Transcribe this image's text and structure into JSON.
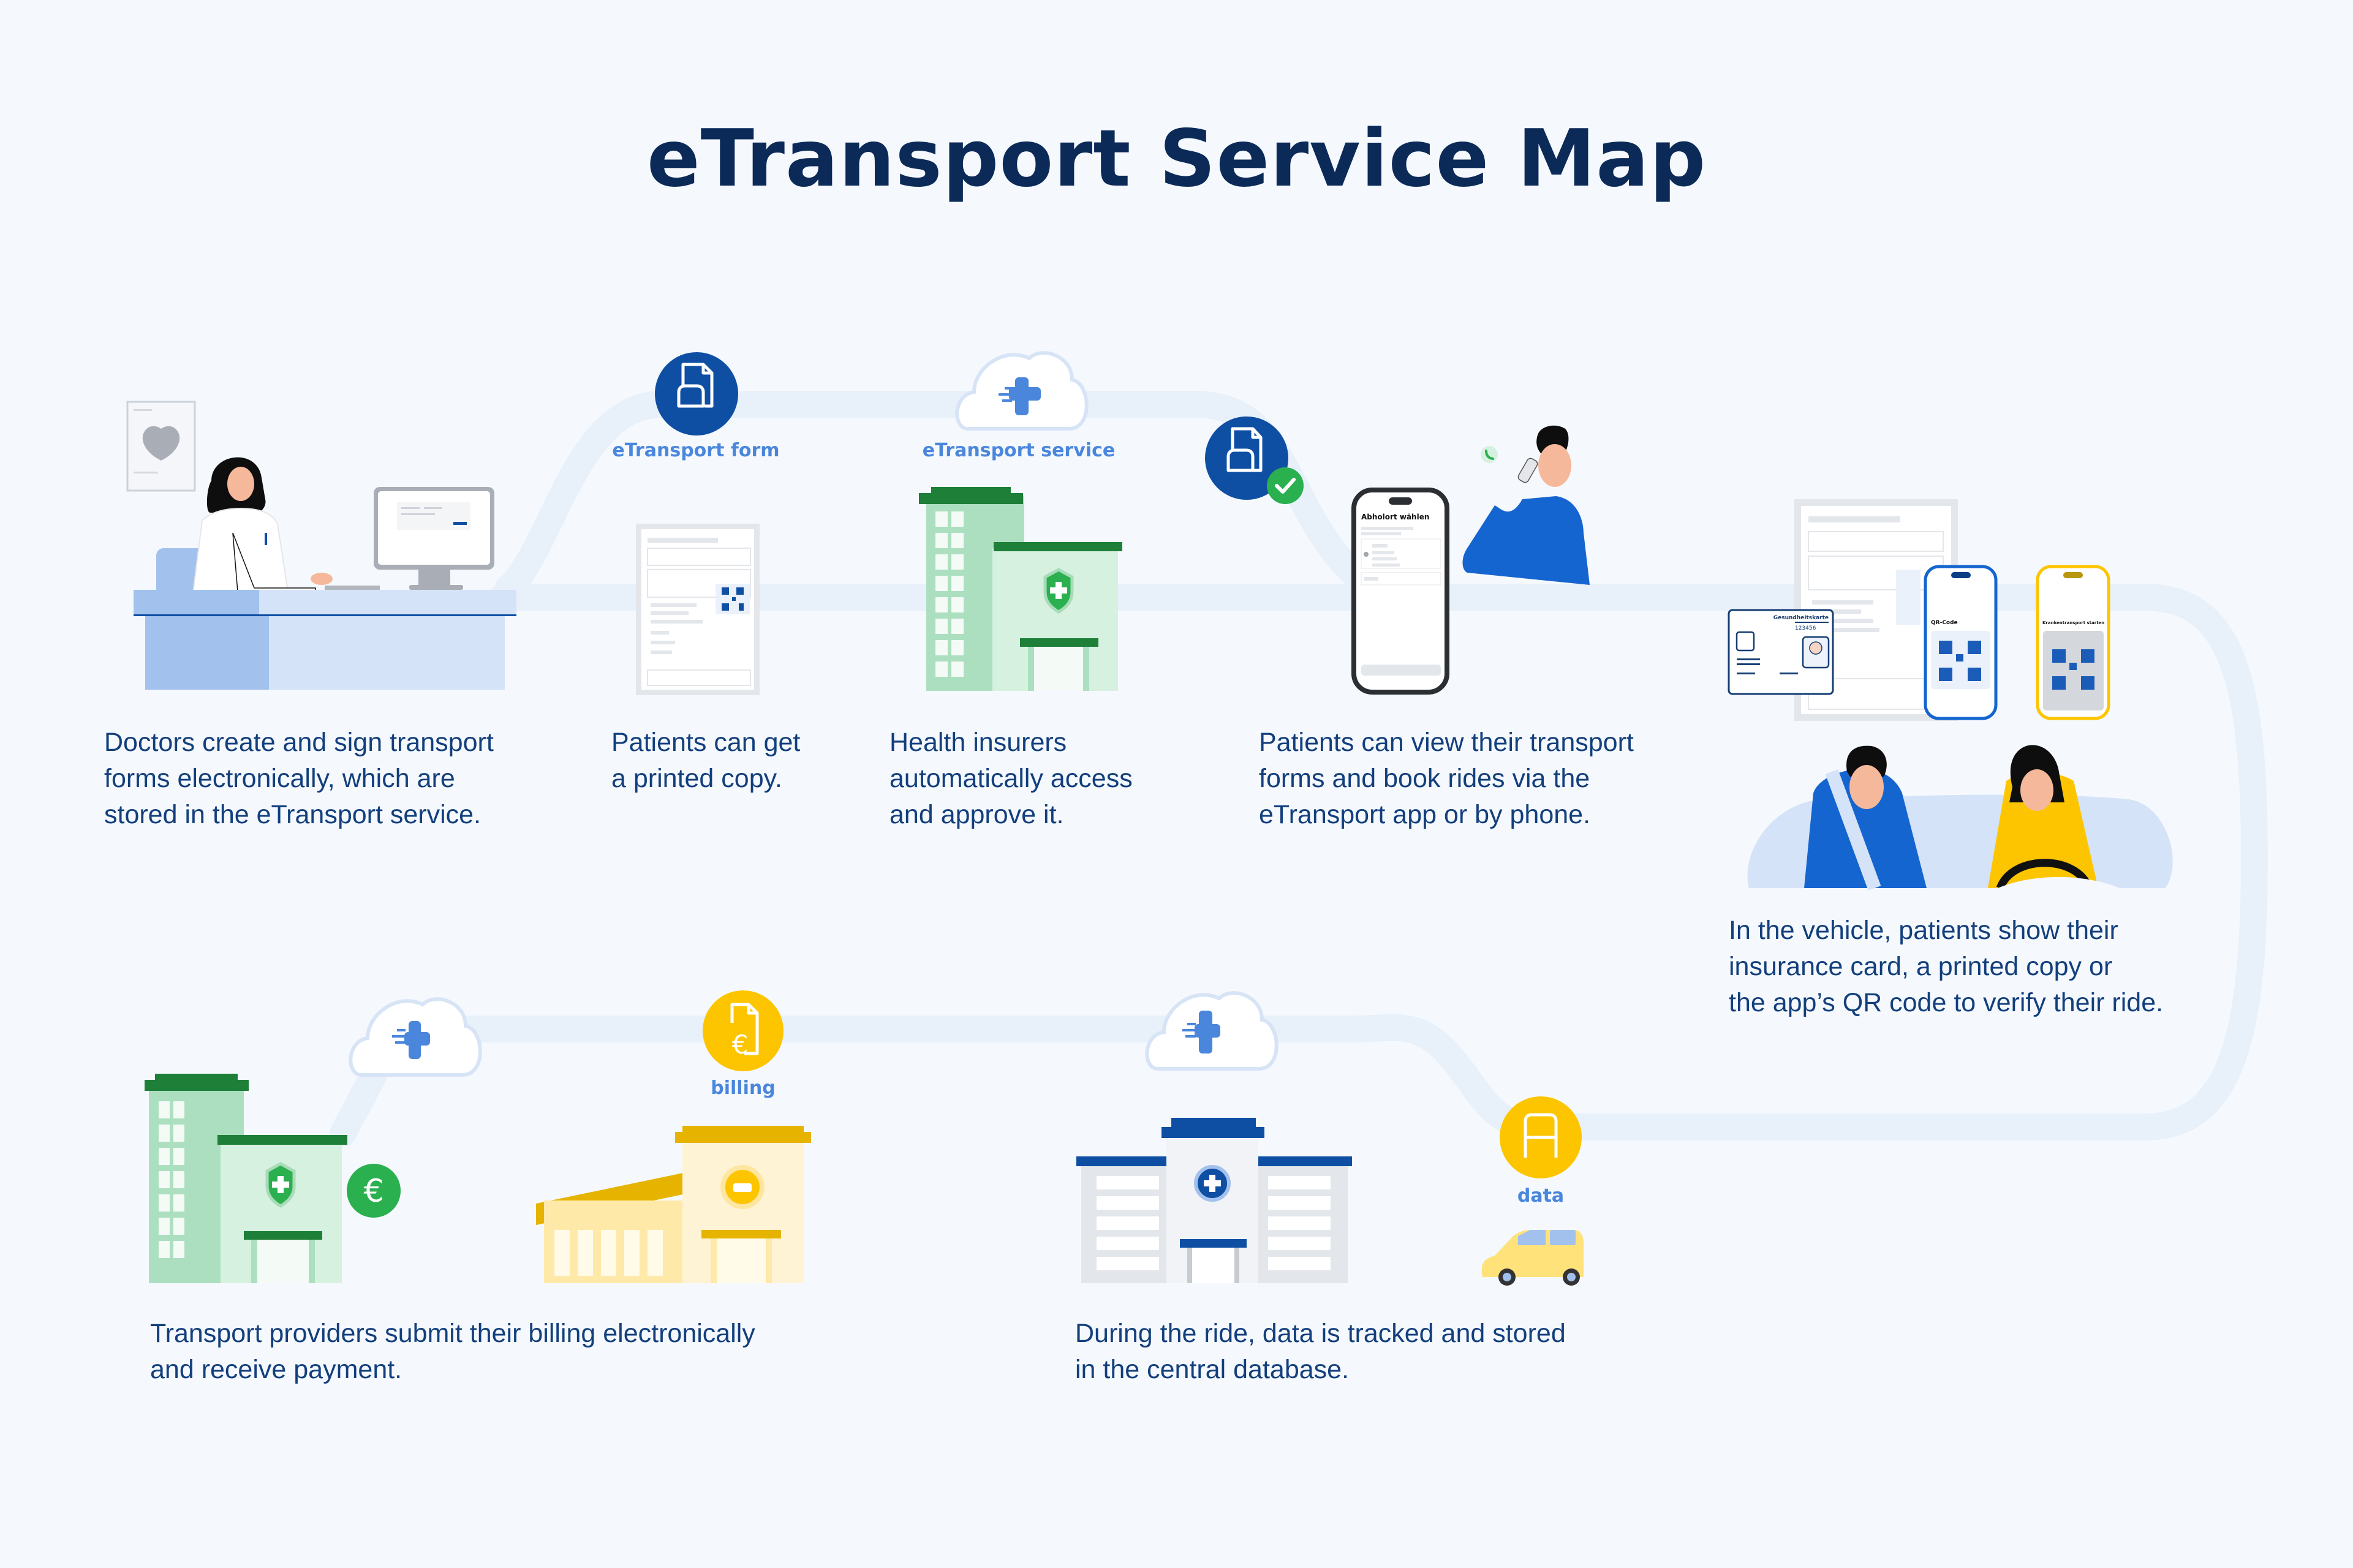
{
  "title": "eTransport Service Map",
  "labels": {
    "etransport_form": "eTransport form",
    "etransport_service": "eTransport service",
    "billing": "billing",
    "data": "data"
  },
  "steps": [
    {
      "id": "doctor",
      "text": "Doctors create and sign transport\nforms electronically, which are\nstored in the eTransport service."
    },
    {
      "id": "printed_copy",
      "text": "Patients can get\na printed copy."
    },
    {
      "id": "insurer",
      "text": "Health insurers\nautomatically access\nand approve it."
    },
    {
      "id": "booking",
      "text": "Patients can view their transport\nforms and book rides via the\neTransport app or by phone."
    },
    {
      "id": "vehicle",
      "text": "In the vehicle, patients show their\ninsurance card, a printed copy or\nthe app’s QR code to verify their ride."
    },
    {
      "id": "tracking",
      "text": "During the ride, data is tracked and stored\nin the central database."
    },
    {
      "id": "billing",
      "text": "Transport providers submit their billing electronically\nand receive payment."
    }
  ],
  "screens": {
    "booking_phone_title": "Abholort wählen",
    "qr_phone_title": "QR-Code",
    "scan_phone_title": "Krankentransport starten",
    "card_title": "Gesundheitskarte",
    "card_number": "123456"
  },
  "icons": {
    "form": "document-car-icon",
    "cloud": "cloud-medical-cross-icon",
    "check": "checkmark-icon",
    "euro": "euro-icon",
    "billing": "document-euro-icon",
    "data": "car-front-icon",
    "phone_call": "phone-icon"
  },
  "colors": {
    "title": "#0c2a58",
    "text": "#133f7c",
    "label": "#4a86dc",
    "path": "#e8f0fa",
    "navy": "#0f4fa3",
    "green": "#2bb04f",
    "yellow": "#fdc500"
  }
}
